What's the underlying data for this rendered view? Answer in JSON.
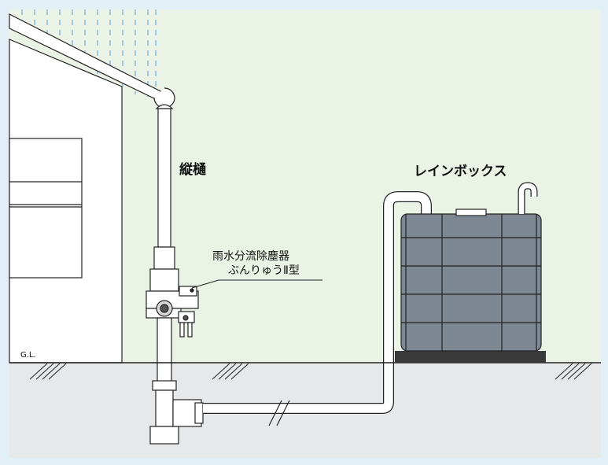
{
  "labels": {
    "downspout": "縦樋",
    "rainbox": "レインボックス",
    "separator_line1": "雨水分流除塵器",
    "separator_line2": "ぶんりゅうⅡ型",
    "ground_level": "G.L."
  },
  "colors": {
    "wall": "#eaf3e5",
    "border": "#e3eff7",
    "ground": "#e7e8ea",
    "tank": "#7e8893",
    "tank_base": "#3a3a3a",
    "rain": "#9ec9e6",
    "line": "#222222"
  }
}
